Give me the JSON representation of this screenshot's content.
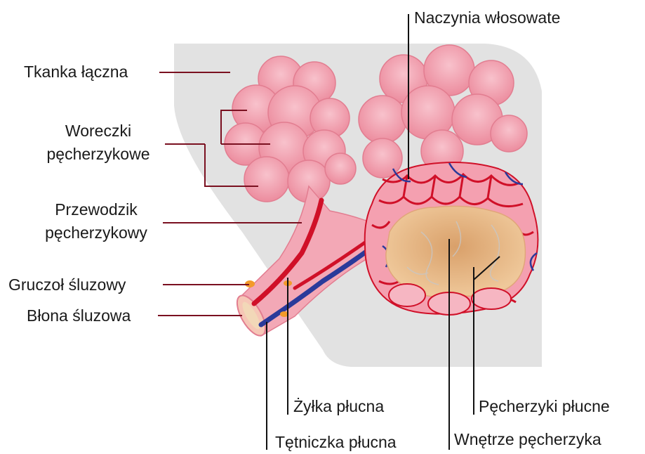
{
  "labels": {
    "tkanka": "Tkanka łączna",
    "woreczki_1": "Woreczki",
    "woreczki_2": "pęcherzykowe",
    "przewodzik_1": "Przewodzik",
    "przewodzik_2": "pęcherzykowy",
    "gruczol": "Gruczoł śluzowy",
    "blona": "Błona śluzowa",
    "naczynia": "Naczynia włosowate",
    "zylka": "Żyłka płucna",
    "tetniczka": "Tętniczka płucna",
    "pecherzyki": "Pęcherzyki płucne",
    "wnetrze": "Wnętrze pęcherzyka"
  },
  "colors": {
    "label_line": "#7a1020",
    "black_line": "#111111",
    "tissue_bg": "#e2e2e2",
    "alveoli_pink": "#f09aaa",
    "alveoli_light": "#f6b6c2",
    "artery_red": "#d01028",
    "vein_blue": "#2a3a9a",
    "interior_tan": "#e8bd8c",
    "gland_orange": "#f39a2a"
  }
}
